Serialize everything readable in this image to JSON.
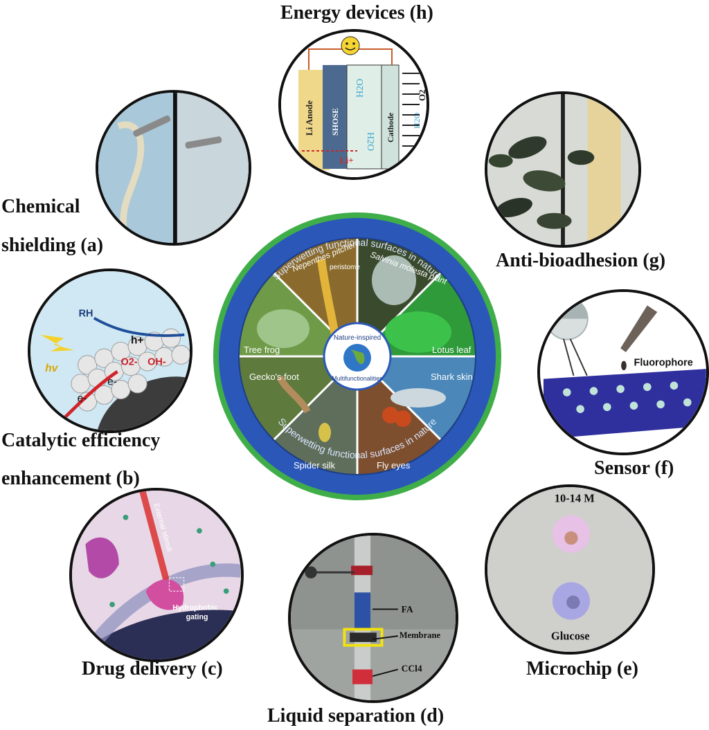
{
  "labels": {
    "energy": "Energy devices (h)",
    "chemical_line1": "Chemical",
    "chemical_line2": "shielding (a)",
    "antibio": "Anti-bioadhesion (g)",
    "catalytic_line1": "Catalytic efficiency",
    "catalytic_line2": "enhancement (b)",
    "sensor": "Sensor (f)",
    "drug": "Drug delivery (c)",
    "microchip": "Microchip (e)",
    "liquid": "Liquid separation (d)"
  },
  "energy_panel": {
    "anode": "Li Anode",
    "separator": "SHOSE",
    "cathode": "Cathode",
    "h2o_a": "H2O",
    "h2o_b": "H2O",
    "h2o_c": "H2O",
    "o2": "O2",
    "li_ion": "Li+"
  },
  "catalytic_panel": {
    "rh": "RH",
    "hplus": "h+",
    "o2minus": "O2-",
    "oh": "OH-",
    "hv": "hv",
    "e1": "e-",
    "e2": "e-",
    "o2": "O2"
  },
  "sensor_panel": {
    "fluorophore": "Fluorophore"
  },
  "drug_panel": {
    "stimuli": "External stimuli",
    "gating_1": "Hydrophobic",
    "gating_2": "gating"
  },
  "microchip_panel": {
    "conc": "10-14 M",
    "glucose": "Glucose"
  },
  "liquid_panel": {
    "fa": "FA",
    "membrane": "Membrane",
    "ccl4": "CCl4"
  },
  "center": {
    "ring_top": "Superwetting functional surfaces in nature",
    "ring_bottom": "Superwetting functional surfaces in nature",
    "hub_top": "Nature-inspired",
    "hub_bottom": "Multifunctionalities",
    "sectors": [
      "Nepenthes pitcher",
      "Salvinia molesta plant",
      "Lotus leaf",
      "Shark skin",
      "Fly eyes",
      "Spider silk",
      "Gecko's foot",
      "Tree frog"
    ],
    "peristome": "peristome"
  },
  "colors": {
    "ring_blue": "#2b58b8",
    "ring_green": "#3fae49",
    "label_text": "#111111"
  }
}
